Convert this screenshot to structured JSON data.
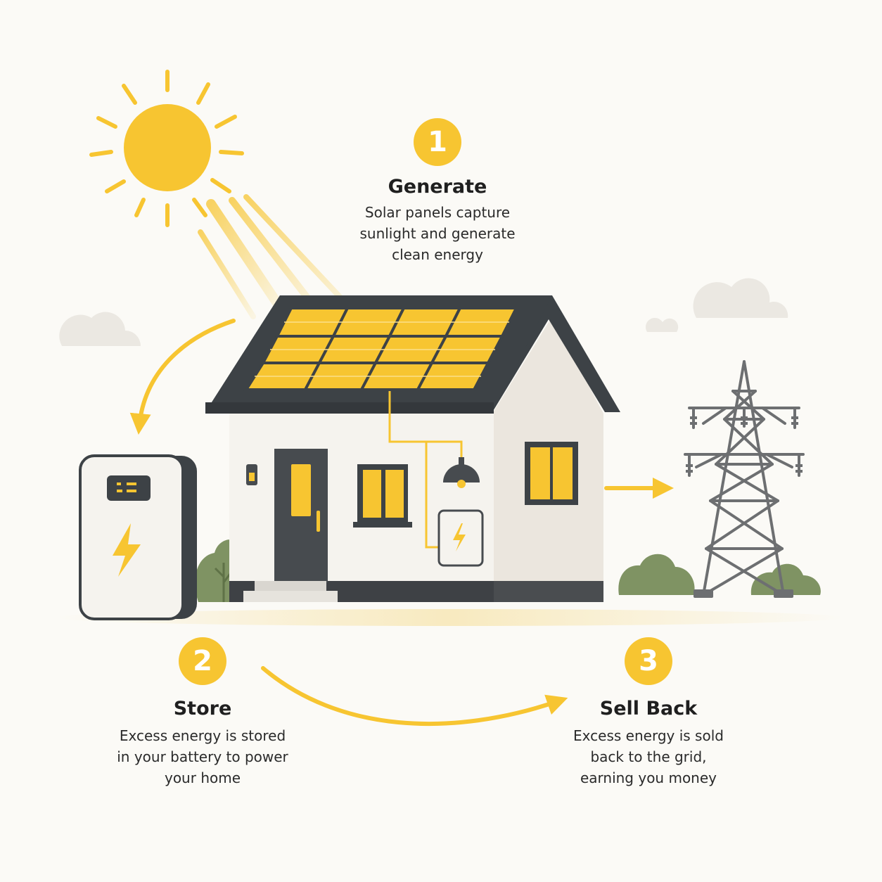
{
  "steps": [
    {
      "number": "1",
      "title": "Generate",
      "description": "Solar panels capture\nsunlight and generate\nclean energy"
    },
    {
      "number": "2",
      "title": "Store",
      "description": "Excess energy is stored\nin your battery to power\nyour home"
    },
    {
      "number": "3",
      "title": "Sell Back",
      "description": "Excess energy is sold\nback to the grid,\nearning you money"
    }
  ],
  "colors": {
    "accent": "#f7c531",
    "roof": "#3d4246",
    "wall": "#f3f0ea",
    "shrub": "#7f9363",
    "tower": "#6d6f71"
  },
  "icons": [
    "sun-icon",
    "lightning-bolt-icon",
    "arrow-icon",
    "cloud-icon"
  ]
}
